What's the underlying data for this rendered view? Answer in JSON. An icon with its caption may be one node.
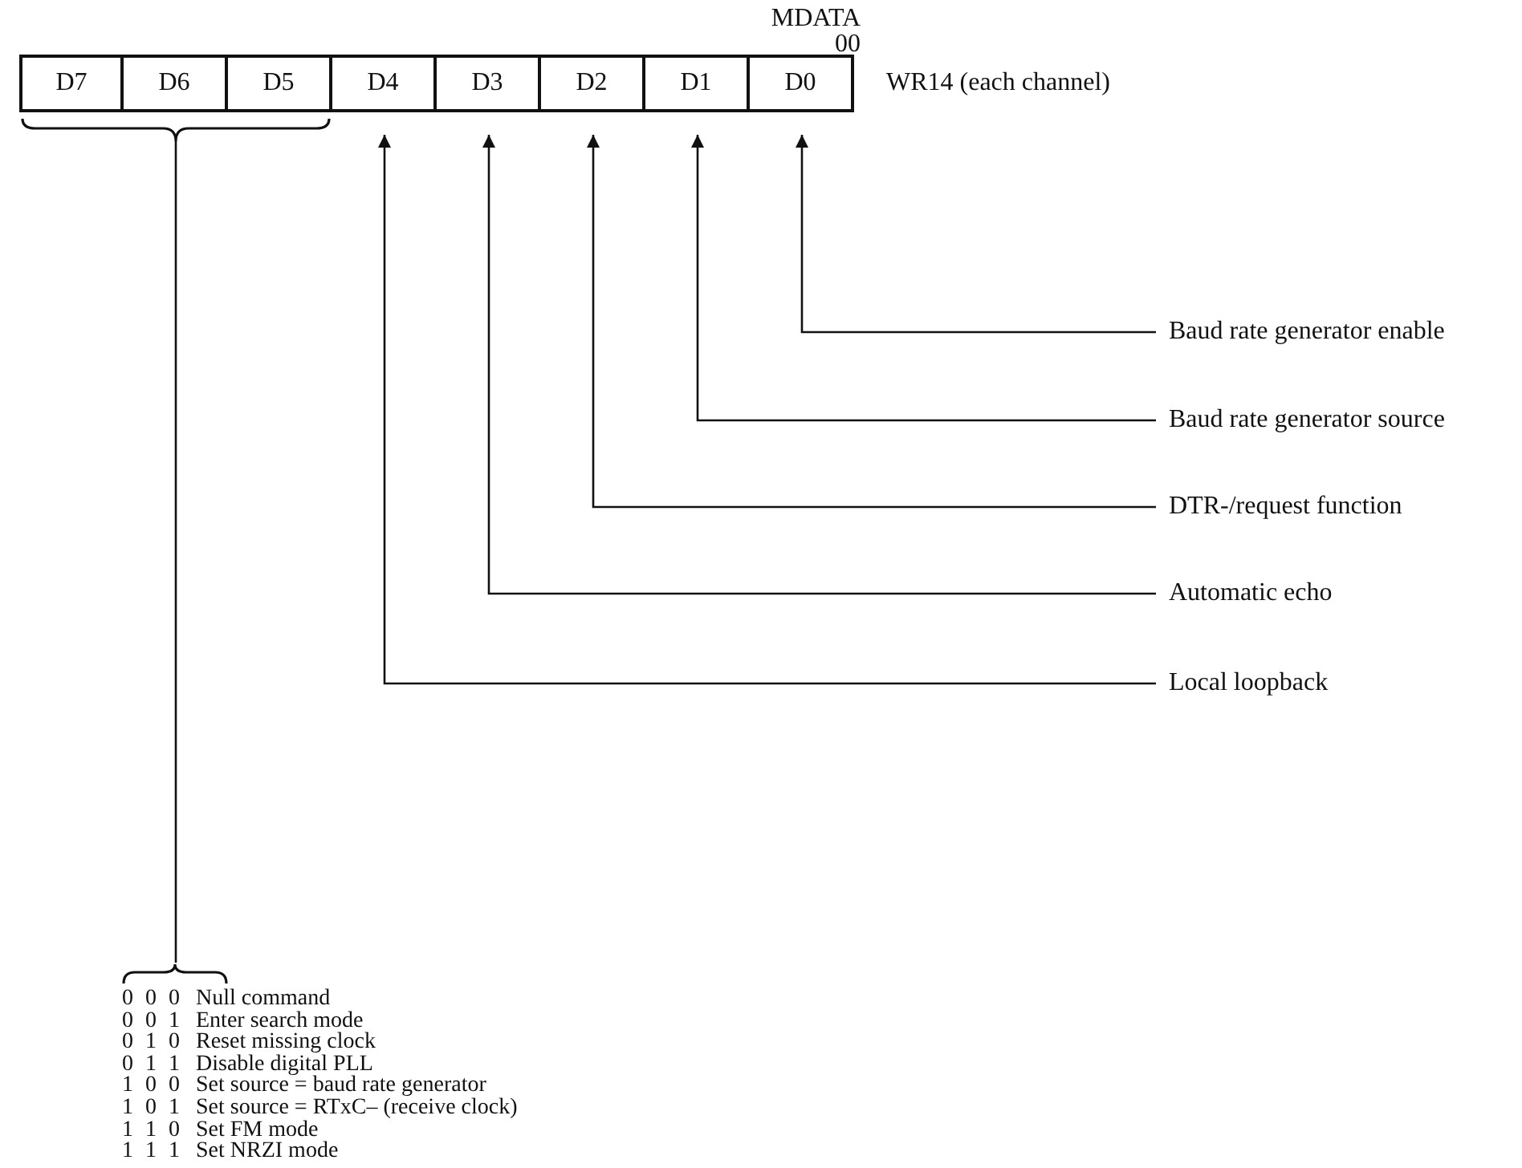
{
  "diagram": {
    "nodes": [
      {
        "text": [
          "D7"
        ]
      },
      {
        "text": [
          "D6"
        ]
      },
      {
        "text": [
          "D5"
        ]
      },
      {
        "text": [
          "D4"
        ]
      },
      {
        "text": [
          "D3"
        ]
      },
      {
        "text": [
          "D2"
        ]
      },
      {
        "text": [
          "D1"
        ]
      },
      {
        "text": [
          "D0"
        ]
      },
      {
        "text": [
          "Baud rate generator enable"
        ]
      },
      {
        "text": [
          "Baud rate generator source"
        ]
      },
      {
        "text": [
          "DTR-/request function"
        ]
      },
      {
        "text": [
          "Automatic echo"
        ]
      },
      {
        "text": [
          "Local loopback"
        ]
      },
      {
        "text": [
          "0 0 0",
          "Null command",
          "0 0 1",
          "Enter search mode",
          "0 1 0",
          "Reset missing clock",
          "0 1 1",
          "Disable digital PLL",
          "1 0 0",
          "Set source = baud rate generator",
          "1 0 1",
          "Set source = RTxC– (receive clock)",
          "1 1 0",
          "Set FM mode",
          "1 1 1",
          "Set NRZI mode"
        ]
      }
    ],
    "edges": [
      {
        "from": 8,
        "to": 7,
        "arrow": "to"
      },
      {
        "from": 9,
        "to": 6,
        "arrow": "to"
      },
      {
        "from": 10,
        "to": 5,
        "arrow": "to"
      },
      {
        "from": 11,
        "to": 4,
        "arrow": "to"
      },
      {
        "from": 12,
        "to": 3,
        "arrow": "to"
      },
      {
        "from": 13,
        "to": 1,
        "arrow": "none"
      }
    ],
    "labels": [
      "MDATA",
      "00",
      "WR14 (each channel)"
    ]
  }
}
